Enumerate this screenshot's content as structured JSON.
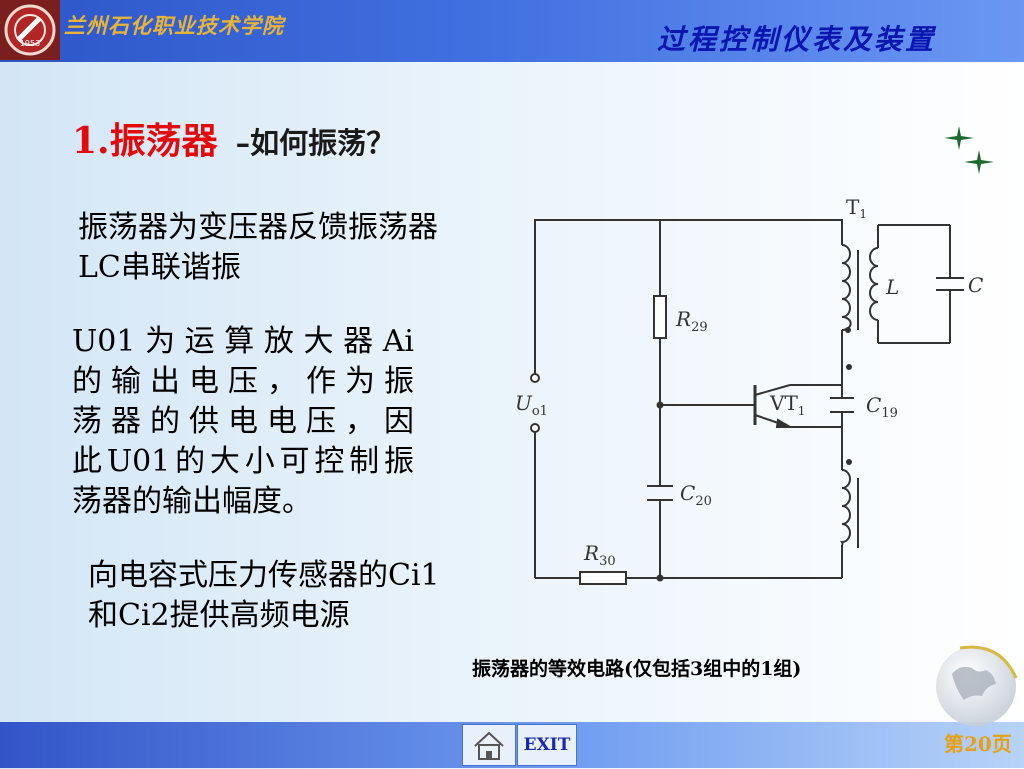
{
  "header": {
    "school_name": "兰州石化职业技术学院",
    "course_title": "过程控制仪表及装置"
  },
  "slide": {
    "title_main": "1.振荡器",
    "title_sub": "–如何振荡？"
  },
  "content": {
    "para1": "振荡器为变压器反馈振荡器 LC串联谐振",
    "para2_lines": [
      "U01为运算放大器Ai",
      "的输出电压，作为振",
      "荡器的供电电压，因",
      "此U01的大小可控制振",
      "荡器的输出幅度。"
    ],
    "para3": "向电容式压力传感器的Ci1和Ci2提供高频电源"
  },
  "diagram": {
    "caption": "振荡器的等效电路(仅包括3组中的1组)",
    "labels": {
      "t1": "T",
      "t1_sub": "1",
      "L": "L",
      "C": "C",
      "r29": "R",
      "r29_sub": "29",
      "vt1": "VT",
      "vt1_sub": "1",
      "c19": "C",
      "c19_sub": "19",
      "uo1": "U",
      "uo1_sub": "o1",
      "c20": "C",
      "c20_sub": "20",
      "r30": "R",
      "r30_sub": "30"
    }
  },
  "footer": {
    "exit_label": "EXIT",
    "page_label": "第20页"
  },
  "colors": {
    "title_red": "#e20a0a",
    "course_blue": "#0b16b0",
    "school_gold": "#e7b437",
    "page_orange": "#e8a013"
  }
}
